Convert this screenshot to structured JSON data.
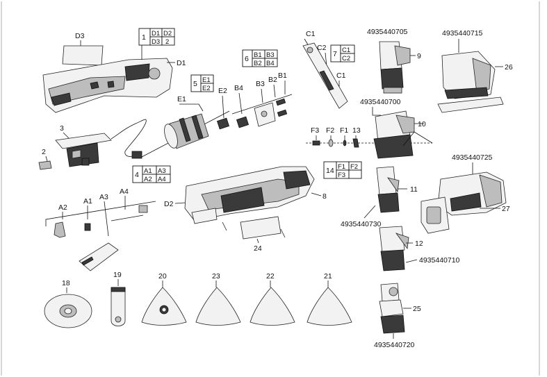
{
  "labels": {
    "d3": "D3",
    "d1": "D1",
    "d2": "D2",
    "l3": "3",
    "l2": "2",
    "e1": "E1",
    "e2": "E2",
    "b1": "B1",
    "b2": "B2",
    "b3": "B3",
    "b4": "B4",
    "c1a": "C1",
    "c2": "C2",
    "c1b": "C1",
    "a1": "A1",
    "a2": "A2",
    "a3": "A3",
    "a4": "A4",
    "f1": "F1",
    "f2": "F2",
    "f3": "F3",
    "l13": "13",
    "l8": "8",
    "l24": "24",
    "l9": "9",
    "l10": "10",
    "l11": "11",
    "l12": "12",
    "l25": "25",
    "l26": "26",
    "l27": "27",
    "l18": "18",
    "l19": "19",
    "l20": "20",
    "l23": "23",
    "l22": "22",
    "l21": "21",
    "pn_9": "4935440705",
    "pn_10": "4935440700",
    "pn_11": "4935440730",
    "pn_12": "4935440710",
    "pn_25": "4935440720",
    "pn_26": "4935440715",
    "pn_27": "4935440725"
  },
  "kit_tables": [
    {
      "id": "1",
      "cells": [
        "D1",
        "D2",
        "D3",
        "2"
      ]
    },
    {
      "id": "5",
      "cells": [
        "E1",
        "E2"
      ]
    },
    {
      "id": "6",
      "cells": [
        "B1",
        "B3",
        "B2",
        "B4"
      ]
    },
    {
      "id": "7",
      "cells": [
        "C1",
        "C2"
      ]
    },
    {
      "id": "4",
      "cells": [
        "A1",
        "A3",
        "A2",
        "A4"
      ]
    },
    {
      "id": "14",
      "cells": [
        "F1",
        "F2",
        "F3",
        ""
      ]
    }
  ]
}
